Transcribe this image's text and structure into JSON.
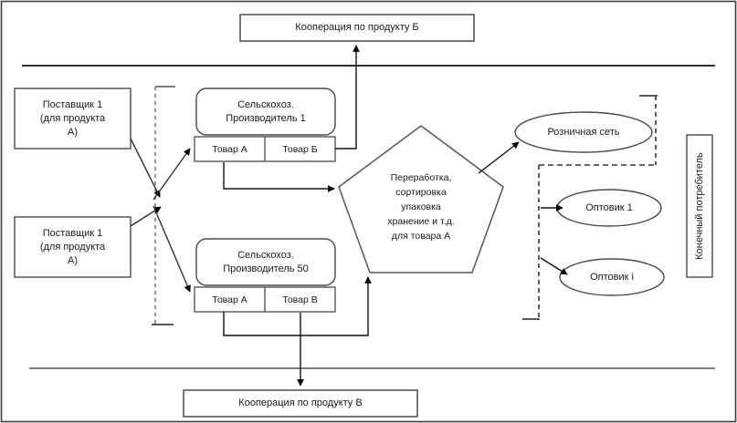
{
  "diagram": {
    "title_top": "Кооперация по продукту Б",
    "title_bottom": "Кооперация по продукту В",
    "suppliers": [
      {
        "id": "supplier-top",
        "text": "Поставщик 1\n(для продукта\nА)"
      },
      {
        "id": "supplier-bottom",
        "text": "Поставщик 1\n(для продукта\nА)"
      }
    ],
    "producers": [
      {
        "id": "producer-1",
        "title": "Сельскохоз.\nПроизводитель 1",
        "goods": [
          "Товар А",
          "Товар Б"
        ]
      },
      {
        "id": "producer-50",
        "title": "Сельскохоз.\nПроизводитель 50",
        "goods": [
          "Товар А",
          "Товар В"
        ]
      }
    ],
    "processing": {
      "id": "processing-pentagon",
      "text": "Переработка,\nсортировка\nупаковка\nхранение и т.д.\nдля товара А"
    },
    "distribution": [
      {
        "id": "retail-network",
        "text": "Розничная сеть"
      },
      {
        "id": "wholesaler-1",
        "text": "Оптовик 1"
      },
      {
        "id": "wholesaler-i",
        "text": "Оптовик i"
      }
    ],
    "end_consumer": "Конечный потребитель",
    "colors": {
      "stroke": "#3f3f3f",
      "stroke_dark": "#000000",
      "text": "#1a1a1a",
      "background": "#ffffff"
    }
  }
}
